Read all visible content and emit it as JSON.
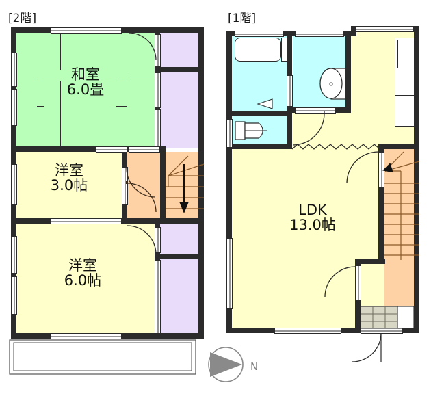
{
  "title": "Residential floor plan (2-story house)",
  "floors": [
    {
      "id": "floor2",
      "label": "[2階]",
      "rooms": [
        {
          "name": "washitsu",
          "line1": "和室",
          "line2": "6.0畳",
          "type": "japanese-room",
          "color": "#b9ffb9"
        },
        {
          "name": "western-room-small",
          "line1": "洋室",
          "line2": "3.0帖",
          "type": "western-room",
          "color": "#ffffcc"
        },
        {
          "name": "western-room-large",
          "line1": "洋室",
          "line2": "6.0帖",
          "type": "western-room",
          "color": "#ffffcc"
        },
        {
          "name": "hallway-2f",
          "line1": "",
          "line2": "",
          "type": "hallway",
          "color": "#ffd2a6"
        },
        {
          "name": "staircase-2f",
          "line1": "",
          "line2": "",
          "type": "staircase-down",
          "color": "#ffd2a6"
        },
        {
          "name": "balcony-upper",
          "line1": "",
          "line2": "",
          "type": "balcony",
          "color": "#e9dcfa"
        },
        {
          "name": "balcony-lower",
          "line1": "",
          "line2": "",
          "type": "balcony",
          "color": "#e9dcfa"
        }
      ]
    },
    {
      "id": "floor1",
      "label": "[1階]",
      "rooms": [
        {
          "name": "bathroom-unit",
          "line1": "",
          "line2": "",
          "type": "bath",
          "color": "#c2ffff"
        },
        {
          "name": "washroom",
          "line1": "",
          "line2": "",
          "type": "washroom",
          "color": "#c2ffff"
        },
        {
          "name": "toilet",
          "line1": "",
          "line2": "",
          "type": "toilet",
          "color": "#c2ffff"
        },
        {
          "name": "ldk",
          "line1": "LDK",
          "line2": "13.0帖",
          "type": "living-dining-kitchen",
          "color": "#ffffcc"
        },
        {
          "name": "staircase-1f",
          "line1": "",
          "line2": "",
          "type": "staircase-up",
          "color": "#ffd2a6"
        },
        {
          "name": "entrance-hall",
          "line1": "",
          "line2": "",
          "type": "genkan",
          "color": "#ffd2a6"
        }
      ]
    }
  ],
  "compass": {
    "label": "N",
    "direction": "west-pointing-arrow"
  },
  "palette": {
    "wall": "#2b2b2b",
    "tatami_green": "#b9ffb9",
    "flooring_yellow": "#ffffcc",
    "water_cyan": "#c2ffff",
    "stairs_orange": "#ffd2a6",
    "balcony_purple": "#e9dcfa",
    "tile_gray": "#d8d6c4",
    "background": "#ffffff"
  },
  "fixtures": [
    {
      "name": "bathtub",
      "floor": "floor1"
    },
    {
      "name": "sink-basin",
      "floor": "floor1"
    },
    {
      "name": "toilet-bowl",
      "floor": "floor1"
    },
    {
      "name": "kitchen-counter",
      "floor": "floor1"
    },
    {
      "name": "entrance-tile",
      "floor": "floor1"
    },
    {
      "name": "stair-arrow-up",
      "floor": "floor1"
    },
    {
      "name": "stair-arrow-down",
      "floor": "floor2"
    }
  ]
}
